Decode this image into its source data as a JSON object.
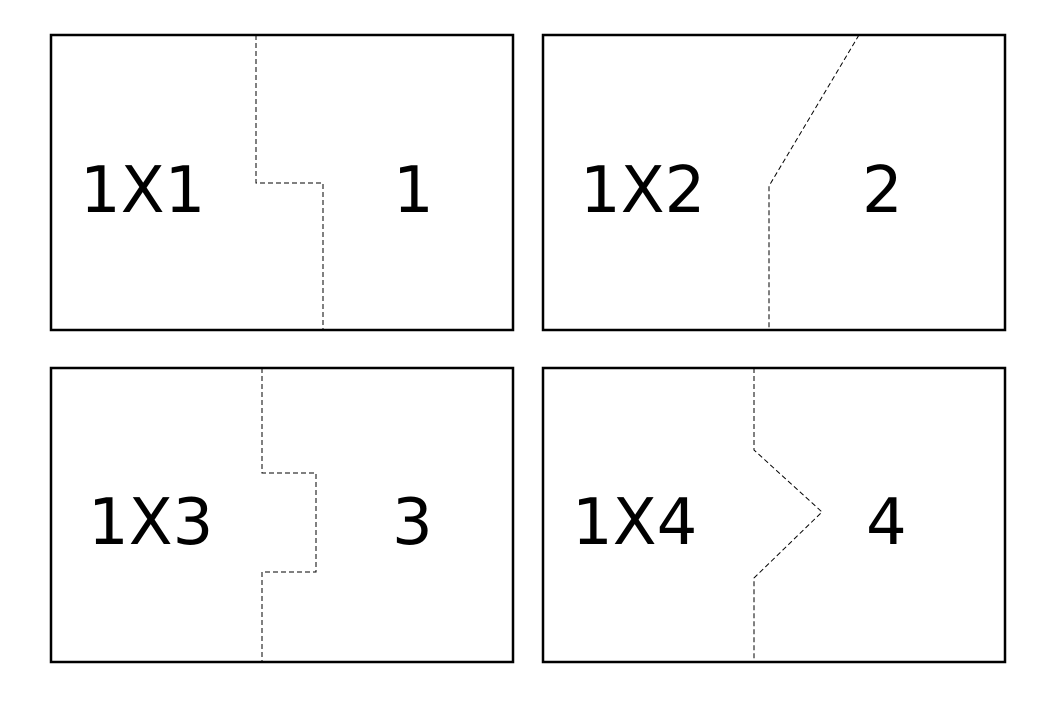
{
  "cards": [
    {
      "left": "1X1",
      "right": "1"
    },
    {
      "left": "1X2",
      "right": "2"
    },
    {
      "left": "1X3",
      "right": "3"
    },
    {
      "left": "1X4",
      "right": "4"
    }
  ]
}
